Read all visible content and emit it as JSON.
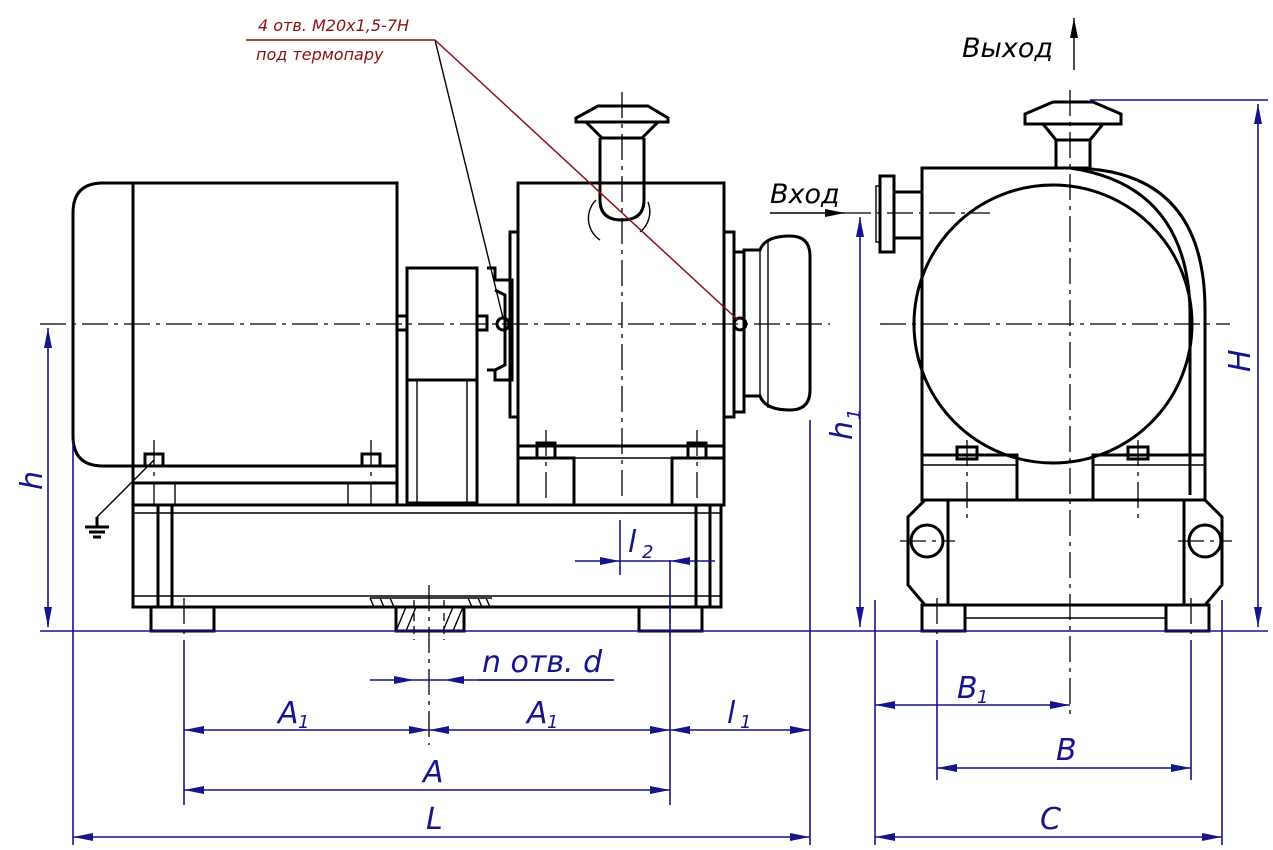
{
  "note": {
    "line1": "4 отв. М20х1,5-7Н",
    "line2": "под термопару"
  },
  "flow": {
    "outlet": "Выход",
    "inlet": "Вход"
  },
  "dimensions": {
    "h": "h",
    "h1": "h",
    "h1_sub": "1",
    "H": "H",
    "l2": "l",
    "l2_sub": "2",
    "holes": "n отв. d",
    "A1_left": "A",
    "A1_left_sub": "1",
    "A1_right": "A",
    "A1_right_sub": "1",
    "l1": "l",
    "l1_sub": "1",
    "A": "A",
    "L": "L",
    "B1": "B",
    "B1_sub": "1",
    "B": "B",
    "C": "C"
  },
  "colors": {
    "outline": "#000000",
    "dimension": "#14148c",
    "leader": "#8c1010"
  }
}
